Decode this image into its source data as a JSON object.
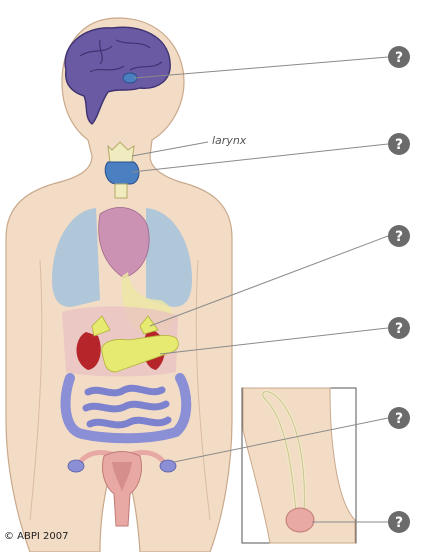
{
  "labels": {
    "larynx": "larynx"
  },
  "copyright": "© ABPI 2007",
  "question_buttons": [
    {
      "organ": "brain (pituitary gland)",
      "symbol": "?"
    },
    {
      "organ": "thyroid gland",
      "symbol": "?"
    },
    {
      "organ": "adrenal glands",
      "symbol": "?"
    },
    {
      "organ": "pancreas",
      "symbol": "?"
    },
    {
      "organ": "ovaries",
      "symbol": "?"
    },
    {
      "organ": "testes",
      "symbol": "?"
    }
  ],
  "colors": {
    "skin": "#f3dcc5",
    "skin_outline": "#c9a98c",
    "brain": "#6a5aa4",
    "lungs": "#a9c3da",
    "heart": "#c98fb3",
    "thyroid": "#f1ecc0",
    "pancreas": "#e6ea70",
    "kidney": "#b5252a",
    "intestine": "#8a8fd6",
    "uterus": "#e8a9a5",
    "button": "#6b6b6b",
    "leader_line": "#8a8a8a"
  }
}
